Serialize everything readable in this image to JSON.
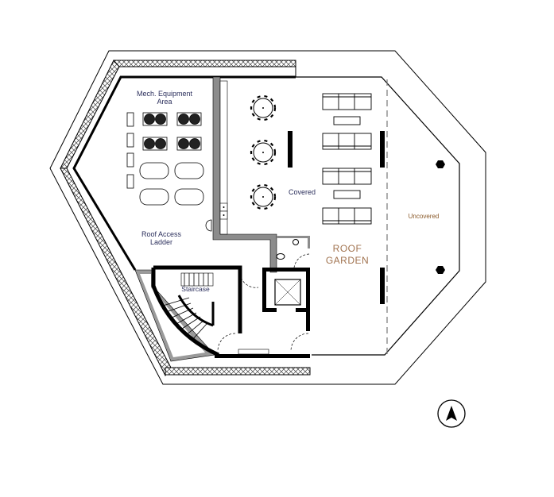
{
  "plan": {
    "labels": {
      "mech_line1": "Mech. Equipment",
      "mech_line2": "Area",
      "ladder_line1": "Roof Access",
      "ladder_line2": "Ladder",
      "covered": "Covered",
      "uncovered": "Uncovered",
      "staircase": "Staircase",
      "garden_line1": "ROOF",
      "garden_line2": "GARDEN"
    },
    "colors": {
      "wall": "#000000",
      "partition": "#8c8c8c",
      "label": "#2b2f5c",
      "garden_label": "#a0724e"
    },
    "north_arrow_icon": "north-arrow-icon"
  }
}
